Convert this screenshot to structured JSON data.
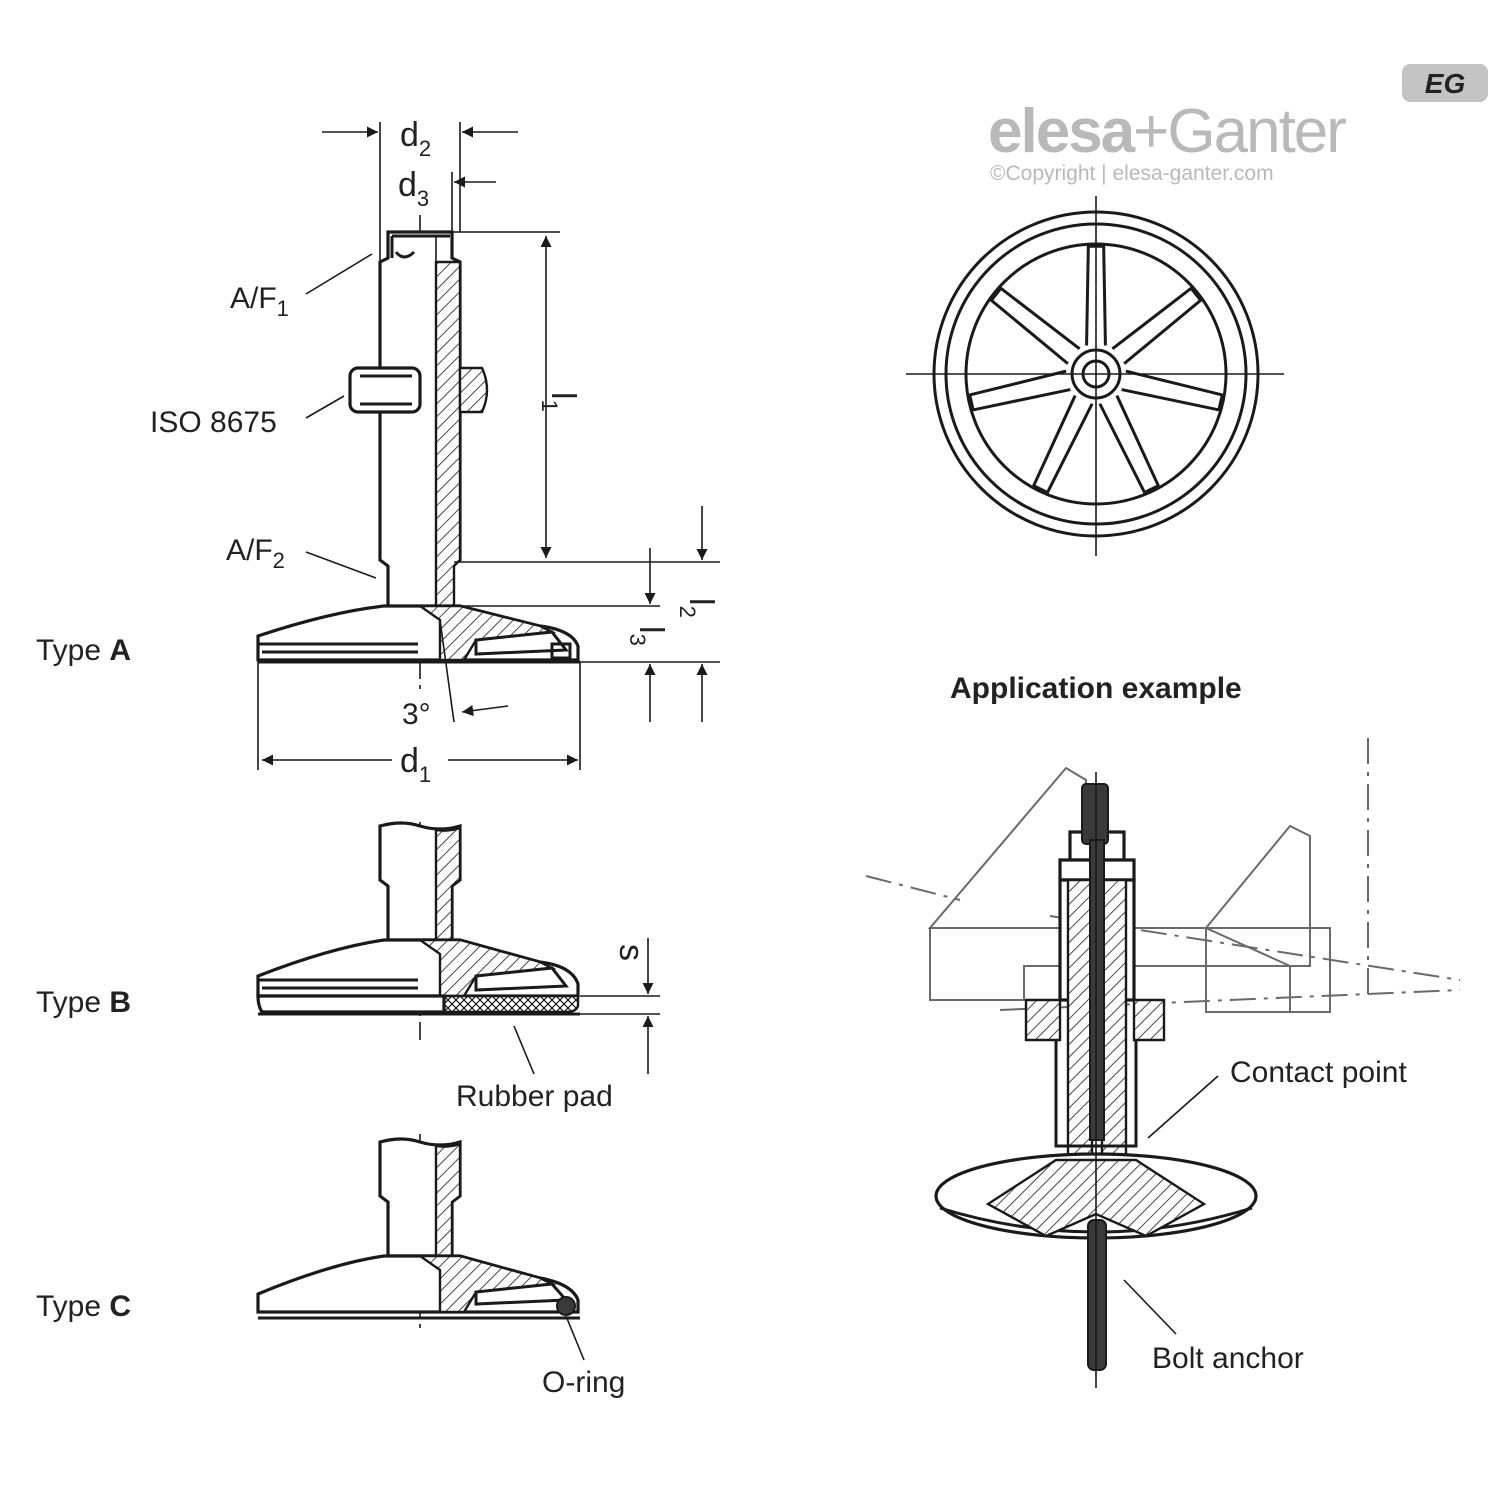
{
  "brand": {
    "badge": "EG",
    "name_part1": "elesa",
    "plus": "+",
    "name_part2": "Ganter",
    "copyright": "©Copyright | elesa-ganter.com"
  },
  "dimensions": {
    "d2": {
      "base": "d",
      "sub": "2"
    },
    "d3": {
      "base": "d",
      "sub": "3"
    },
    "l1": {
      "base": "l",
      "sub": "1"
    },
    "l2": {
      "base": "l",
      "sub": "2"
    },
    "l3": {
      "base": "l",
      "sub": "3"
    },
    "d1": {
      "base": "d",
      "sub": "1"
    },
    "angle": "3°",
    "s": "s"
  },
  "callouts": {
    "af1": {
      "base": "A/F",
      "sub": "1"
    },
    "iso": "ISO 8675",
    "af2": {
      "base": "A/F",
      "sub": "2"
    },
    "rubber_pad": "Rubber pad",
    "o_ring": "O-ring",
    "contact_point": "Contact point",
    "bolt_anchor": "Bolt anchor"
  },
  "types": [
    {
      "prefix": "Type ",
      "letter": "A"
    },
    {
      "prefix": "Type ",
      "letter": "B"
    },
    {
      "prefix": "Type ",
      "letter": "C"
    }
  ],
  "application_title": "Application example"
}
